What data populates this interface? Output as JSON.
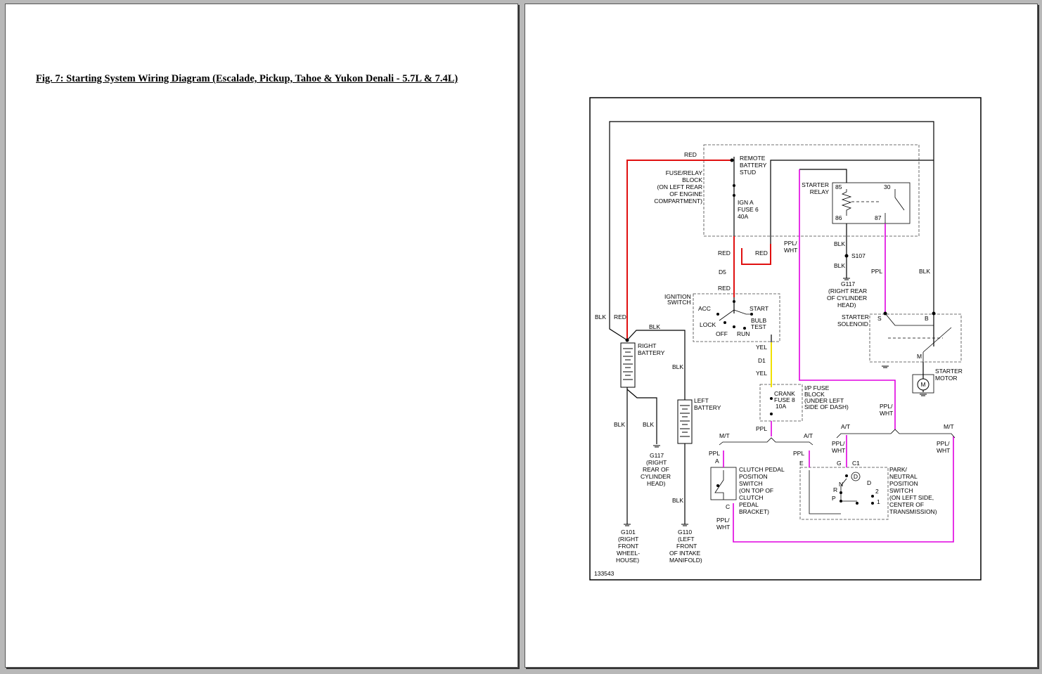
{
  "caption": "Fig. 7: Starting System Wiring Diagram (Escalade, Pickup, Tahoe & Yukon Denali - 5.7L & 7.4L)",
  "diagram_id": "133543",
  "wire_colors": {
    "RED": "#e01010",
    "YEL": "#f0e000",
    "PPL": "#e000e0",
    "BLK": "#000000"
  },
  "labels": {
    "red_top": "RED",
    "remote_stud": [
      "REMOTE",
      "BATTERY",
      "STUD"
    ],
    "fuse_block": [
      "FUSE/RELAY",
      "BLOCK",
      "(ON LEFT REAR",
      "OF ENGINE",
      "COMPARTMENT)"
    ],
    "ign_fuse": [
      "IGN A",
      "FUSE 6",
      "40A"
    ],
    "starter_relay": [
      "STARTER",
      "RELAY"
    ],
    "pin85": "85",
    "pin30": "30",
    "pin86": "86",
    "pin87": "87",
    "ppl_wht_top": [
      "PPL/",
      "WHT"
    ],
    "red_a": "RED",
    "red_b": "RED",
    "d5": "D5",
    "red_c": "RED",
    "blk_relay": "BLK",
    "s107": "S107",
    "blk_s107": "BLK",
    "g117_top": [
      "G117",
      "(RIGHT REAR",
      "OF CYLINDER",
      "HEAD)"
    ],
    "ppl_mid": "PPL",
    "blk_right": "BLK",
    "ignition_switch": [
      "IGNITION",
      "SWITCH"
    ],
    "acc": "ACC",
    "start": "START",
    "lock": "LOCK",
    "bulb_test": [
      "BULB",
      "TEST"
    ],
    "off": "OFF",
    "run": "RUN",
    "starter_solenoid": [
      "STARTER",
      "SOLENOID"
    ],
    "s_term": "S",
    "b_term": "B",
    "m_term": "M",
    "starter_motor": [
      "STARTER",
      "MOTOR"
    ],
    "motor_symbol": "M",
    "blk_left": "BLK",
    "red_left": "RED",
    "blk_bat": "BLK",
    "right_battery": [
      "RIGHT",
      "BATTERY"
    ],
    "yel_a": "YEL",
    "d1": "D1",
    "yel_b": "YEL",
    "blk_lbat": "BLK",
    "left_battery": [
      "LEFT",
      "BATTERY"
    ],
    "crank_fuse": [
      "CRANK",
      "FUSE 8",
      "10A"
    ],
    "ip_fuse_block": [
      "I/P FUSE",
      "BLOCK",
      "(UNDER LEFT",
      "SIDE OF DASH)"
    ],
    "ppl_wht_mid": [
      "PPL/",
      "WHT"
    ],
    "ppl_ip": "PPL",
    "blk_g101": "BLK",
    "blk_g117": "BLK",
    "mt_left": "M/T",
    "at_mid": "A/T",
    "at_right": "A/T",
    "mt_right": "M/T",
    "ppl_cpp": "PPL",
    "pin_a": "A",
    "ppl_pnp": "PPL",
    "ppl_wht_g": [
      "PPL/",
      "WHT"
    ],
    "ppl_wht_far": [
      "PPL/",
      "WHT"
    ],
    "g117_bot": [
      "G117",
      "(RIGHT",
      "REAR OF",
      "CYLINDER",
      "HEAD)"
    ],
    "clutch_switch": [
      "CLUTCH PEDAL",
      "POSITION",
      "SWITCH",
      "(ON TOP OF",
      "CLUTCH",
      "PEDAL",
      "BRACKET)"
    ],
    "pin_e": "E",
    "pin_g": "G",
    "pin_c1": "C1",
    "pnp_switch": [
      "PARK/",
      "NEUTRAL",
      "POSITION",
      "SWITCH",
      "(ON LEFT SIDE,",
      "CENTER OF",
      "TRANSMISSION)"
    ],
    "pos_n": "N",
    "pos_d_circle": "D",
    "pos_d": "D",
    "pos_r": "R",
    "pos_2": "2",
    "pos_p": "P",
    "pos_1": "1",
    "pin_c": "C",
    "blk_g110": "BLK",
    "ppl_wht_bot": [
      "PPL/",
      "WHT"
    ],
    "g101": [
      "G101",
      "(RIGHT",
      "FRONT",
      "WHEEL-",
      "HOUSE)"
    ],
    "g110": [
      "G110",
      "(LEFT",
      "FRONT",
      "OF INTAKE",
      "MANIFOLD)"
    ]
  }
}
